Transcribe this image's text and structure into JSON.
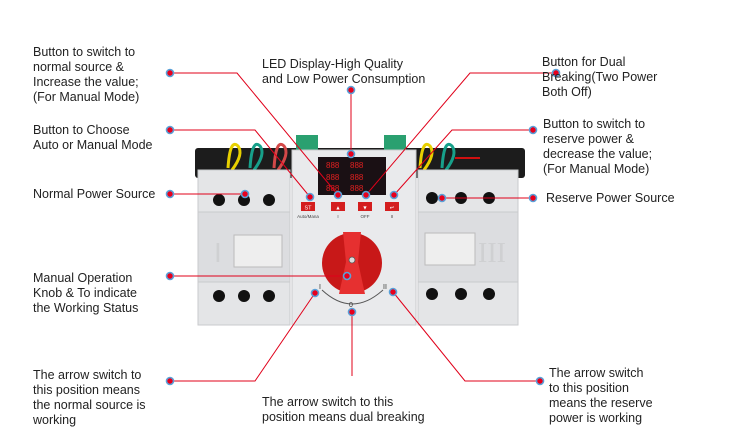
{
  "labels": {
    "normal_button": "Button to switch to\nnormal source &\nIncrease the value;\n(For Manual Mode)",
    "auto_manual_button": "Button to Choose\nAuto or Manual Mode",
    "normal_power": "Normal Power Source",
    "manual_knob": "Manual Operation\nKnob & To indicate\nthe Working Status",
    "arrow_normal": "The arrow switch to\nthis position means\nthe normal source is\nworking",
    "led_display": "LED Display-High Quality\nand Low Power Consumption",
    "dual_breaking_position": "The arrow switch to this\nposition means dual breaking",
    "dual_breaking_button": "Button for Dual\nBreaking(Two Power\nBoth Off)",
    "reserve_button": "Button to switch to\nreserve power &\ndecrease the value;\n(For Manual Mode)",
    "reserve_power": "Reserve Power Source",
    "arrow_reserve": "The arrow switch\nto this position\nmeans the reserve\npower is working"
  },
  "device": {
    "button_labels": [
      "Auto/Mana",
      "I",
      "OFF",
      "II"
    ],
    "button_glyphs": [
      "ST",
      "▲",
      "▼",
      "↵"
    ],
    "left_module_numeral": "I",
    "right_module_numeral": "III",
    "knob_positions": [
      "I",
      "0",
      "II"
    ]
  },
  "colors": {
    "leader_line": "#e0001a",
    "dot_fill": "#e8001c",
    "dot_ring": "#5aa0d8",
    "device_body": "#e6e7e9",
    "knob": "#d81e1e"
  }
}
